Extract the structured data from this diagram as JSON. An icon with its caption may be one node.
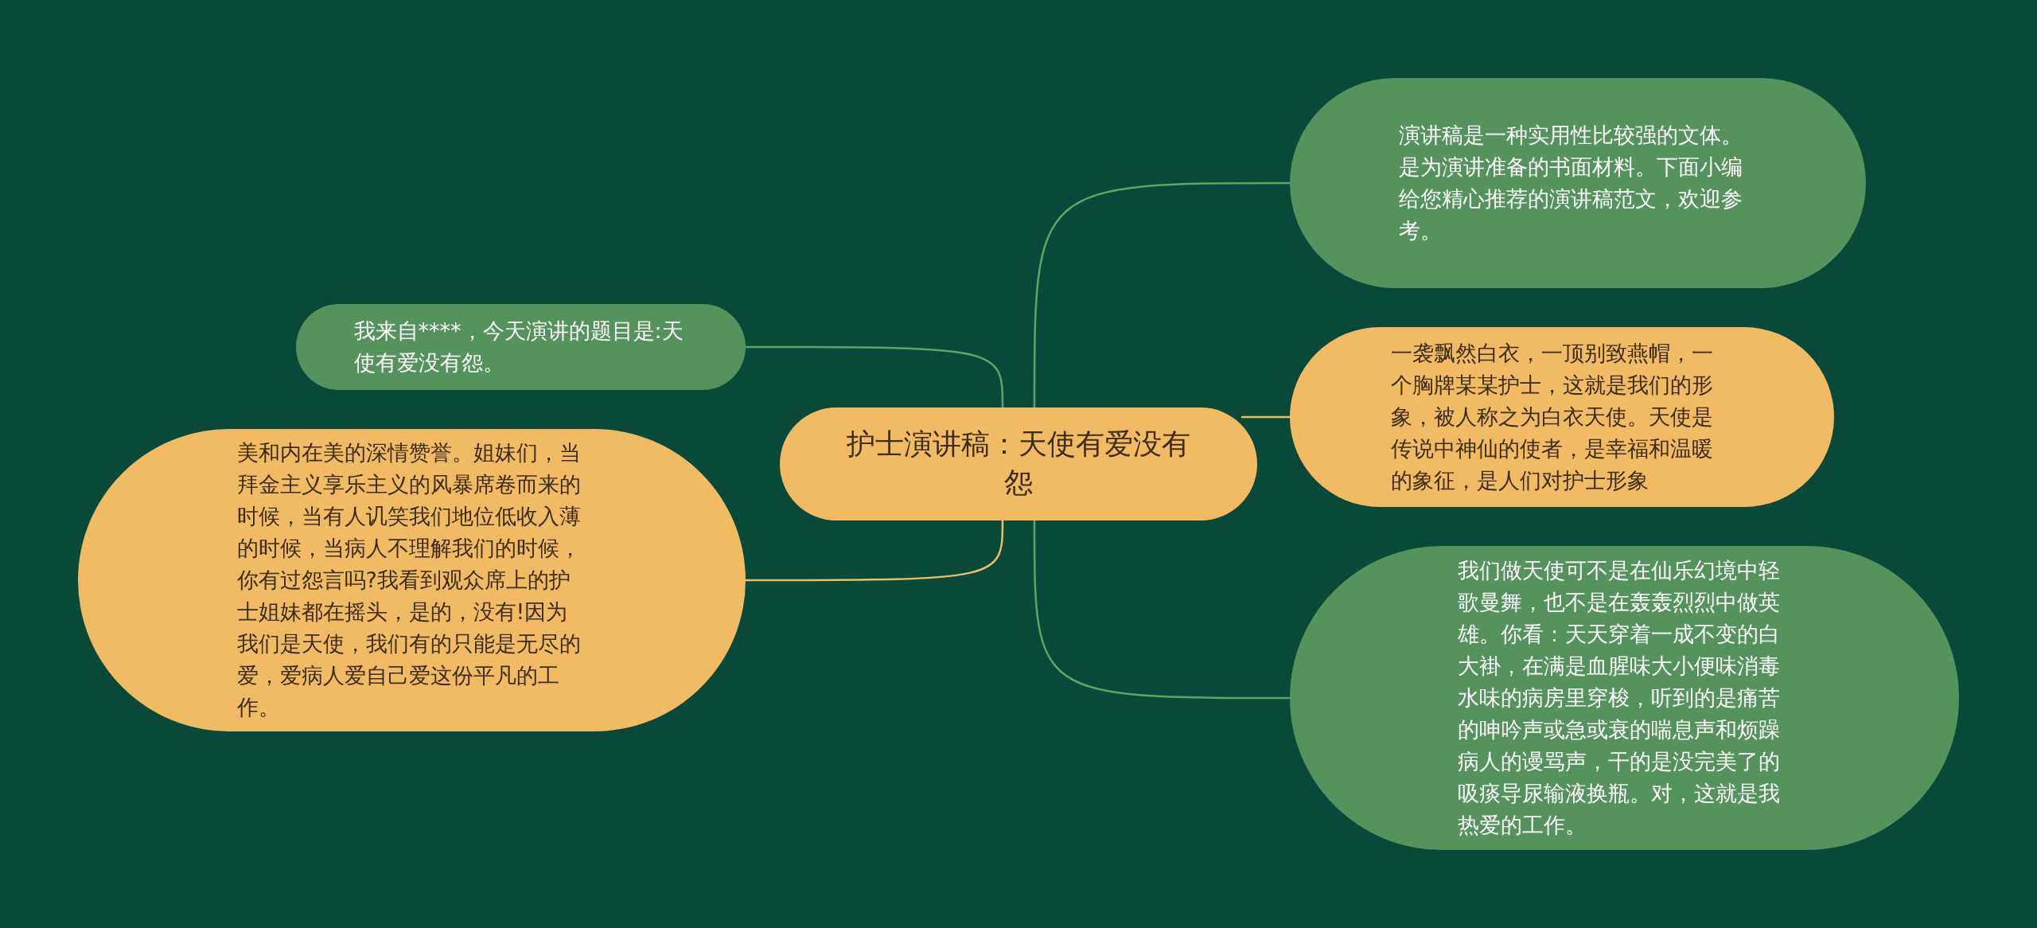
{
  "diagram": {
    "nodes": [
      {
        "text": [
          "护士演讲稿：天使有爱没有怨"
        ]
      },
      {
        "text": [
          "演讲稿是一种实用性比较强的文体。是为演讲准备的书面材料。下面小编给您精心推荐的演讲稿范文，欢迎参考。"
        ]
      },
      {
        "text": [
          "我来自****，今天演讲的题目是:天使有爱没有怨。"
        ]
      },
      {
        "text": [
          "一袭飘然白衣，一顶别致燕帽，一个胸牌某某护士，这就是我们的形象，被人称之为白衣天使。天使是传说中神仙的使者，是幸福和温暖的象征，是人们对护士形象"
        ]
      },
      {
        "text": [
          "美和内在美的深情赞誉。姐妹们，当拜金主义享乐主义的风暴席卷而来的时候，当有人讥笑我们地位低收入薄的时候，当病人不理解我们的时候，你有过怨言吗?我看到观众席上的护士姐妹都在摇头，是的，没有!因为我们是天使，我们有的只能是无尽的爱，爱病人爱自己爱这份平凡的工作。"
        ]
      },
      {
        "text": [
          "我们做天使可不是在仙乐幻境中轻歌曼舞，也不是在轰轰烈烈中做英雄。你看：天天穿着一成不变的白大褂，在满是血腥味大小便味消毒水味的病房里穿梭，听到的是痛苦的呻吟声或急或衰的喘息声和烦躁病人的谩骂声，干的是没完美了的吸痰导尿输液换瓶。对，这就是我热爱的工作。"
        ]
      }
    ],
    "edges": [
      {
        "from": 0,
        "to": 1,
        "arrow": "none"
      },
      {
        "from": 0,
        "to": 2,
        "arrow": "none"
      },
      {
        "from": 0,
        "to": 3,
        "arrow": "none",
        "color": "#f0bb62"
      },
      {
        "from": 0,
        "to": 4,
        "arrow": "none",
        "color": "#f0bb62"
      },
      {
        "from": 0,
        "to": 5,
        "arrow": "none"
      }
    ]
  }
}
